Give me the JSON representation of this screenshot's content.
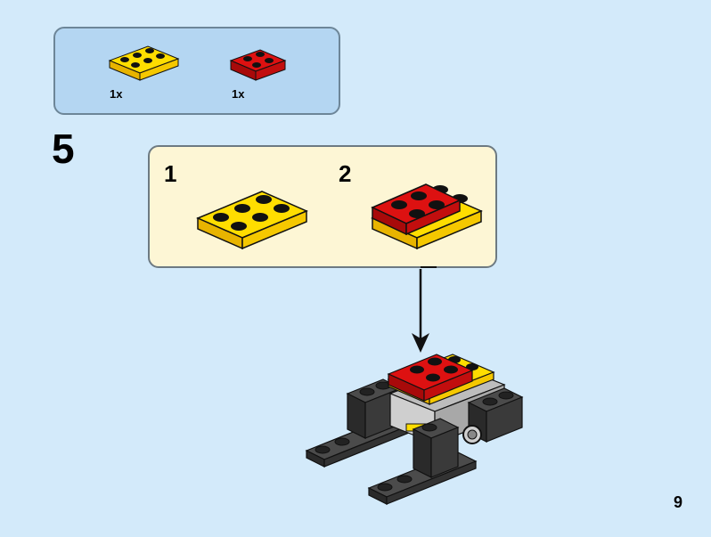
{
  "parts_list": {
    "items": [
      {
        "name": "yellow-plate-2x3",
        "color": "#ffdd00",
        "quantity": "1x"
      },
      {
        "name": "red-plate-2x2",
        "color": "#dd1111",
        "quantity": "1x"
      }
    ]
  },
  "step": {
    "number": "5",
    "substeps": [
      {
        "label": "1"
      },
      {
        "label": "2"
      }
    ]
  },
  "page": {
    "number": "9"
  },
  "colors": {
    "background": "#d3eafa",
    "parts_box": "#b4d6f2",
    "substep_box": "#fdf6d5",
    "yellow": "#ffdd00",
    "red": "#dd1111",
    "dark_gray": "#3c3c3c",
    "light_gray": "#cfcfcf"
  }
}
